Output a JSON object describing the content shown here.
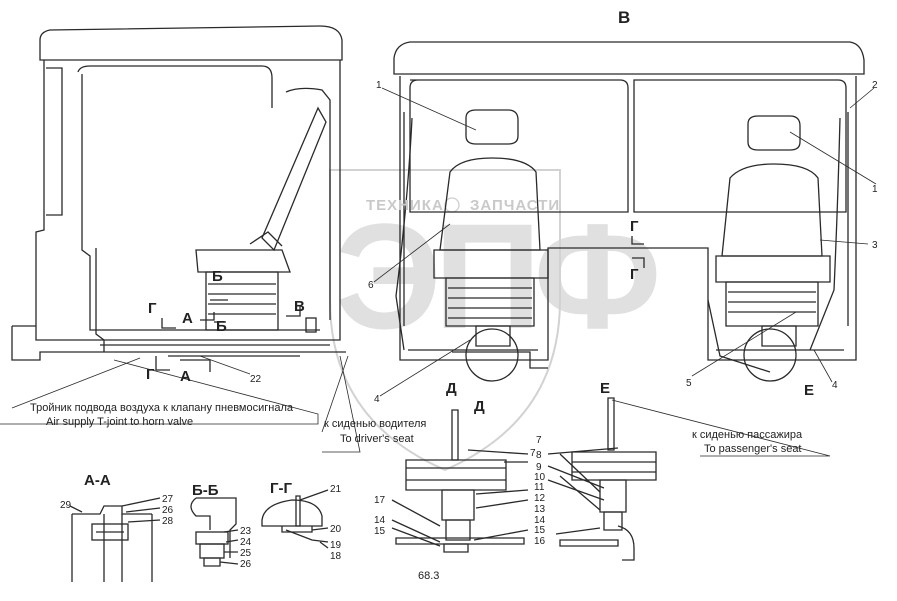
{
  "title_view": "В",
  "watermark": {
    "left": "ТЕХНИКА",
    "right": "ЗАПЧАСТИ",
    "logo": "ЭПФ"
  },
  "sections": {
    "aa": "А-А",
    "bb": "Б-Б",
    "gg": "Г-Г"
  },
  "section_marks": {
    "b1": "Б",
    "b2": "Б",
    "a1": "А",
    "a2": "А",
    "g1": "Г",
    "g2": "Г",
    "v1": "В",
    "g3": "Г",
    "g4": "Г",
    "d1": "Д",
    "d2": "Д",
    "e1": "Е",
    "e2": "Е"
  },
  "callouts": {
    "tee_ru": "Тройник подвода воздуха к клапану пневмосигнала",
    "tee_en": "Air supply T-joint to horn valve",
    "driver_ru": "к сиденью водителя",
    "driver_en": "To driver's seat",
    "pass_ru": "к сиденью пассажира",
    "pass_en": "To passenger's seat"
  },
  "numbers": {
    "n1a": "1",
    "n2": "2",
    "n1b": "1",
    "n3": "3",
    "n6": "6",
    "n4a": "4",
    "n5": "5",
    "n4b": "4",
    "n22": "22",
    "n7a": "7",
    "n7b": "7",
    "n8": "8",
    "n9": "9",
    "n10": "10",
    "n11": "11",
    "n12": "12",
    "n13": "13",
    "n14a": "14",
    "n15a": "15",
    "n14b": "14",
    "n15b": "15",
    "n16": "16",
    "n17": "17",
    "n29": "29",
    "n27": "27",
    "n26a": "26",
    "n28": "28",
    "n23": "23",
    "n24": "24",
    "n25": "25",
    "n26b": "26",
    "n21": "21",
    "n20": "20",
    "n19": "19",
    "n18": "18"
  },
  "figure_number": "68.3"
}
